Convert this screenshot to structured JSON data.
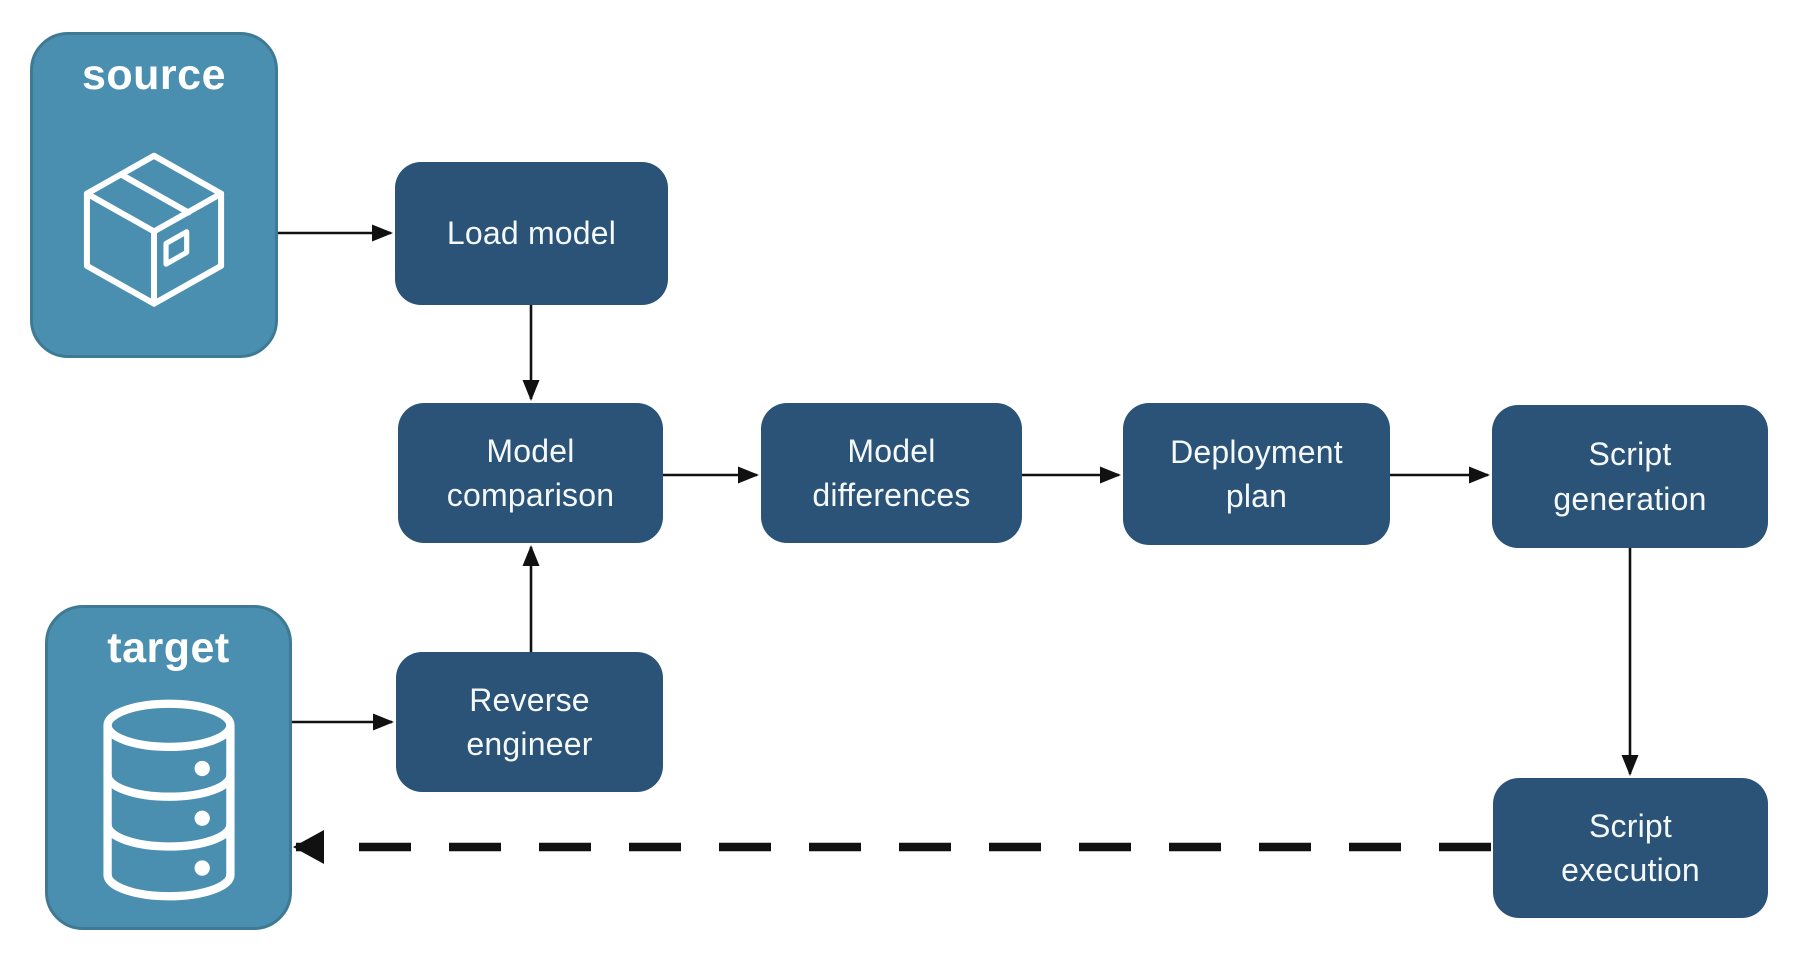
{
  "diagram": {
    "endpoints": {
      "source": {
        "label": "source",
        "icon": "package-icon"
      },
      "target": {
        "label": "target",
        "icon": "database-icon"
      }
    },
    "nodes": {
      "load_model": {
        "label": "Load model"
      },
      "model_comparison": {
        "label": "Model\ncomparison"
      },
      "model_differences": {
        "label": "Model\ndifferences"
      },
      "deployment_plan": {
        "label": "Deployment\nplan"
      },
      "script_generation": {
        "label": "Script\ngeneration"
      },
      "reverse_engineer": {
        "label": "Reverse\nengineer"
      },
      "script_execution": {
        "label": "Script\nexecution"
      }
    },
    "edges": [
      {
        "from": "source",
        "to": "load_model",
        "style": "solid"
      },
      {
        "from": "load_model",
        "to": "model_comparison",
        "style": "solid"
      },
      {
        "from": "model_comparison",
        "to": "model_differences",
        "style": "solid"
      },
      {
        "from": "model_differences",
        "to": "deployment_plan",
        "style": "solid"
      },
      {
        "from": "deployment_plan",
        "to": "script_generation",
        "style": "solid"
      },
      {
        "from": "script_generation",
        "to": "script_execution",
        "style": "solid"
      },
      {
        "from": "target",
        "to": "reverse_engineer",
        "style": "solid"
      },
      {
        "from": "reverse_engineer",
        "to": "model_comparison",
        "style": "solid"
      },
      {
        "from": "script_execution",
        "to": "target",
        "style": "dashed"
      }
    ],
    "colors": {
      "node_fill": "#2A5377",
      "endpoint_fill": "#4A8FB0",
      "endpoint_border": "#3E7A94",
      "arrow": "#111111",
      "label_text": "#F5F8F8"
    }
  }
}
